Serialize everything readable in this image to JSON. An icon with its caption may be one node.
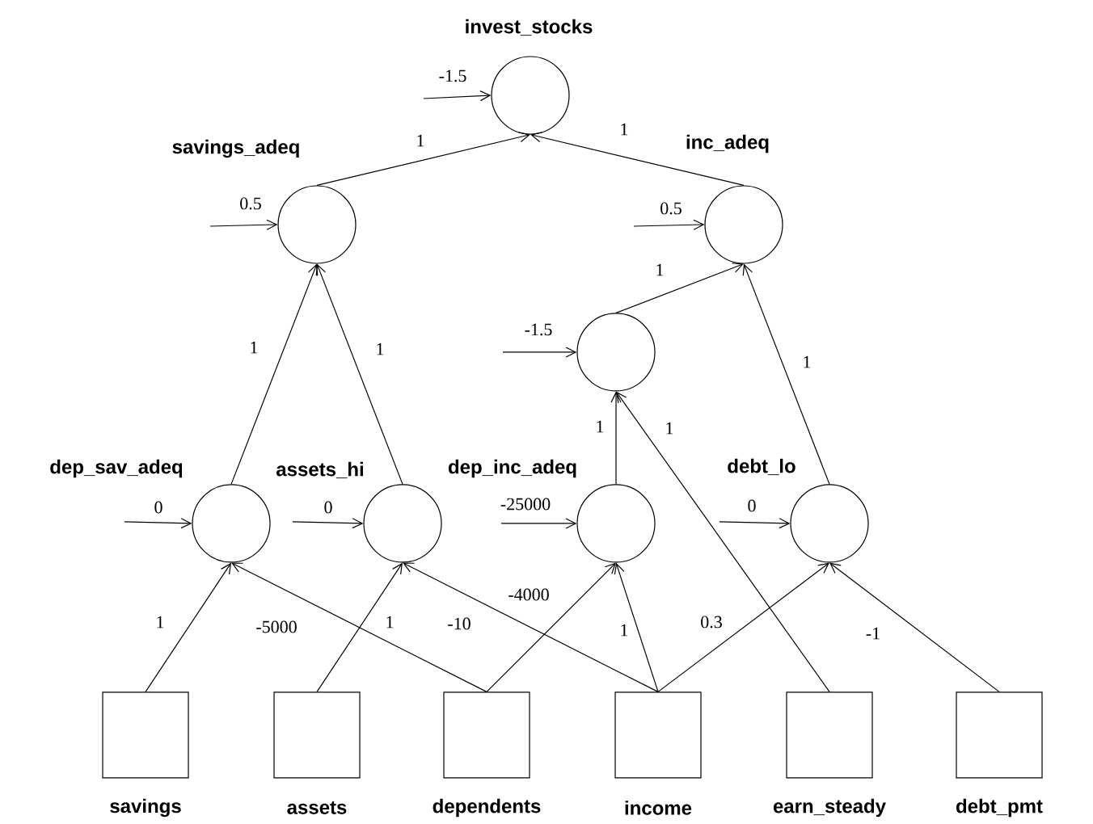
{
  "diagram": {
    "nodes": [
      {
        "text": [
          "invest_stocks"
        ]
      },
      {
        "text": [
          "savings_adeq"
        ]
      },
      {
        "text": [
          "inc_adeq"
        ]
      },
      {
        "text": [],
        "shape": "circle"
      },
      {
        "text": [
          "dep_sav_adeq"
        ]
      },
      {
        "text": [
          "assets_hi"
        ]
      },
      {
        "text": [
          "dep_inc_adeq"
        ]
      },
      {
        "text": [
          "debt_lo"
        ]
      },
      {
        "text": [
          "savings"
        ]
      },
      {
        "text": [
          "assets"
        ]
      },
      {
        "text": [
          "dependents"
        ]
      },
      {
        "text": [
          "income"
        ]
      },
      {
        "text": [
          "earn_steady"
        ]
      },
      {
        "text": [
          "debt_pmt"
        ]
      }
    ],
    "edges": [
      {
        "from": null,
        "to": 0,
        "arrow": "to",
        "label": "-1.5"
      },
      {
        "from": null,
        "to": 1,
        "arrow": "to",
        "label": "0.5"
      },
      {
        "from": null,
        "to": 2,
        "arrow": "to",
        "label": "0.5"
      },
      {
        "from": null,
        "to": 3,
        "arrow": "to",
        "label": "-1.5"
      },
      {
        "from": null,
        "to": 4,
        "arrow": "to",
        "label": "0"
      },
      {
        "from": null,
        "to": 5,
        "arrow": "to",
        "label": "0"
      },
      {
        "from": null,
        "to": 6,
        "arrow": "to",
        "label": "-25000"
      },
      {
        "from": null,
        "to": 7,
        "arrow": "to",
        "label": "0"
      },
      {
        "from": 1,
        "to": 0,
        "arrow": "to",
        "label": "1"
      },
      {
        "from": 2,
        "to": 0,
        "arrow": "to",
        "label": "1"
      },
      {
        "from": 3,
        "to": 2,
        "arrow": "to",
        "label": "1"
      },
      {
        "from": 4,
        "to": 1,
        "arrow": "to",
        "label": "1"
      },
      {
        "from": 5,
        "to": 1,
        "arrow": "to",
        "label": "1"
      },
      {
        "from": 7,
        "to": 2,
        "arrow": "to",
        "label": "1"
      },
      {
        "from": 6,
        "to": 3,
        "arrow": "to",
        "label": "1"
      },
      {
        "from": 12,
        "to": 3,
        "arrow": "to",
        "label": "1"
      },
      {
        "from": 8,
        "to": 4,
        "arrow": "to",
        "label": "1"
      },
      {
        "from": 10,
        "to": 4,
        "arrow": "to",
        "label": "-5000"
      },
      {
        "from": 9,
        "to": 5,
        "arrow": "to",
        "label": "1"
      },
      {
        "from": 11,
        "to": 5,
        "arrow": "to",
        "label": "-10"
      },
      {
        "from": 10,
        "to": 6,
        "arrow": "to",
        "label": "-4000"
      },
      {
        "from": 11,
        "to": 6,
        "arrow": "to",
        "label": "1"
      },
      {
        "from": 11,
        "to": 7,
        "arrow": "to",
        "label": "0.3"
      },
      {
        "from": 13,
        "to": 7,
        "arrow": "to",
        "label": "-1"
      }
    ]
  }
}
